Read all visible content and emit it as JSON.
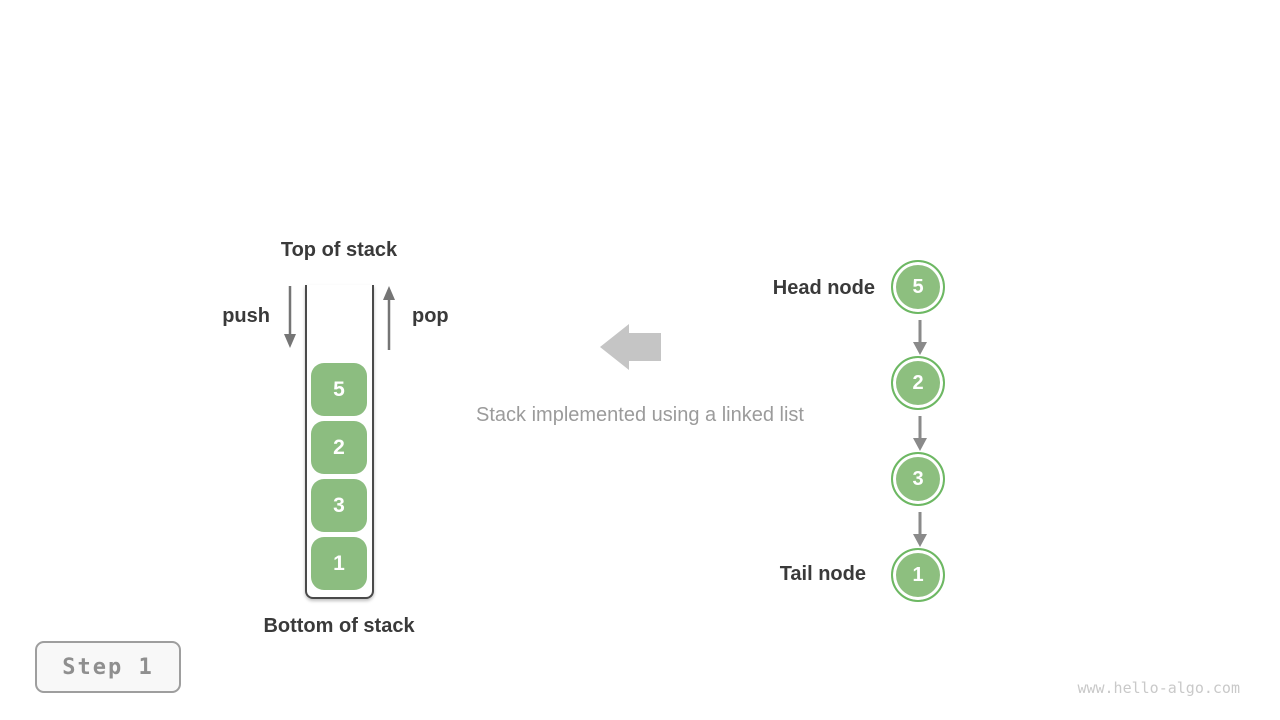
{
  "figure": {
    "caption": "Stack implemented using a linked list",
    "watermark": "www.hello-algo.com",
    "step_badge": {
      "label": "Step 1"
    }
  },
  "stack": {
    "top_label": "Top of stack",
    "bottom_label": "Bottom of stack",
    "push_label": "push",
    "pop_label": "pop",
    "items": [
      "5",
      "2",
      "3",
      "1"
    ]
  },
  "linked_list": {
    "head_label": "Head node",
    "tail_label": "Tail node",
    "nodes": [
      "5",
      "2",
      "3",
      "1"
    ]
  },
  "colors": {
    "node_fill": "#8dbf7f",
    "node_ring": "#6db863",
    "box_fill": "#8cbd80",
    "arrow_gray": "#757575",
    "connector_gray": "#8a8a8a",
    "block_arrow_gray": "#c5c5c5",
    "label_dark": "#3a3a3a",
    "caption_gray": "#9b9b9b",
    "container_wall": "#4a4a4a",
    "badge_text": "#8f8f8f",
    "badge_border": "#9e9e9e",
    "badge_bg": "#f8f8f8",
    "watermark_gray": "#c9c9c9"
  }
}
